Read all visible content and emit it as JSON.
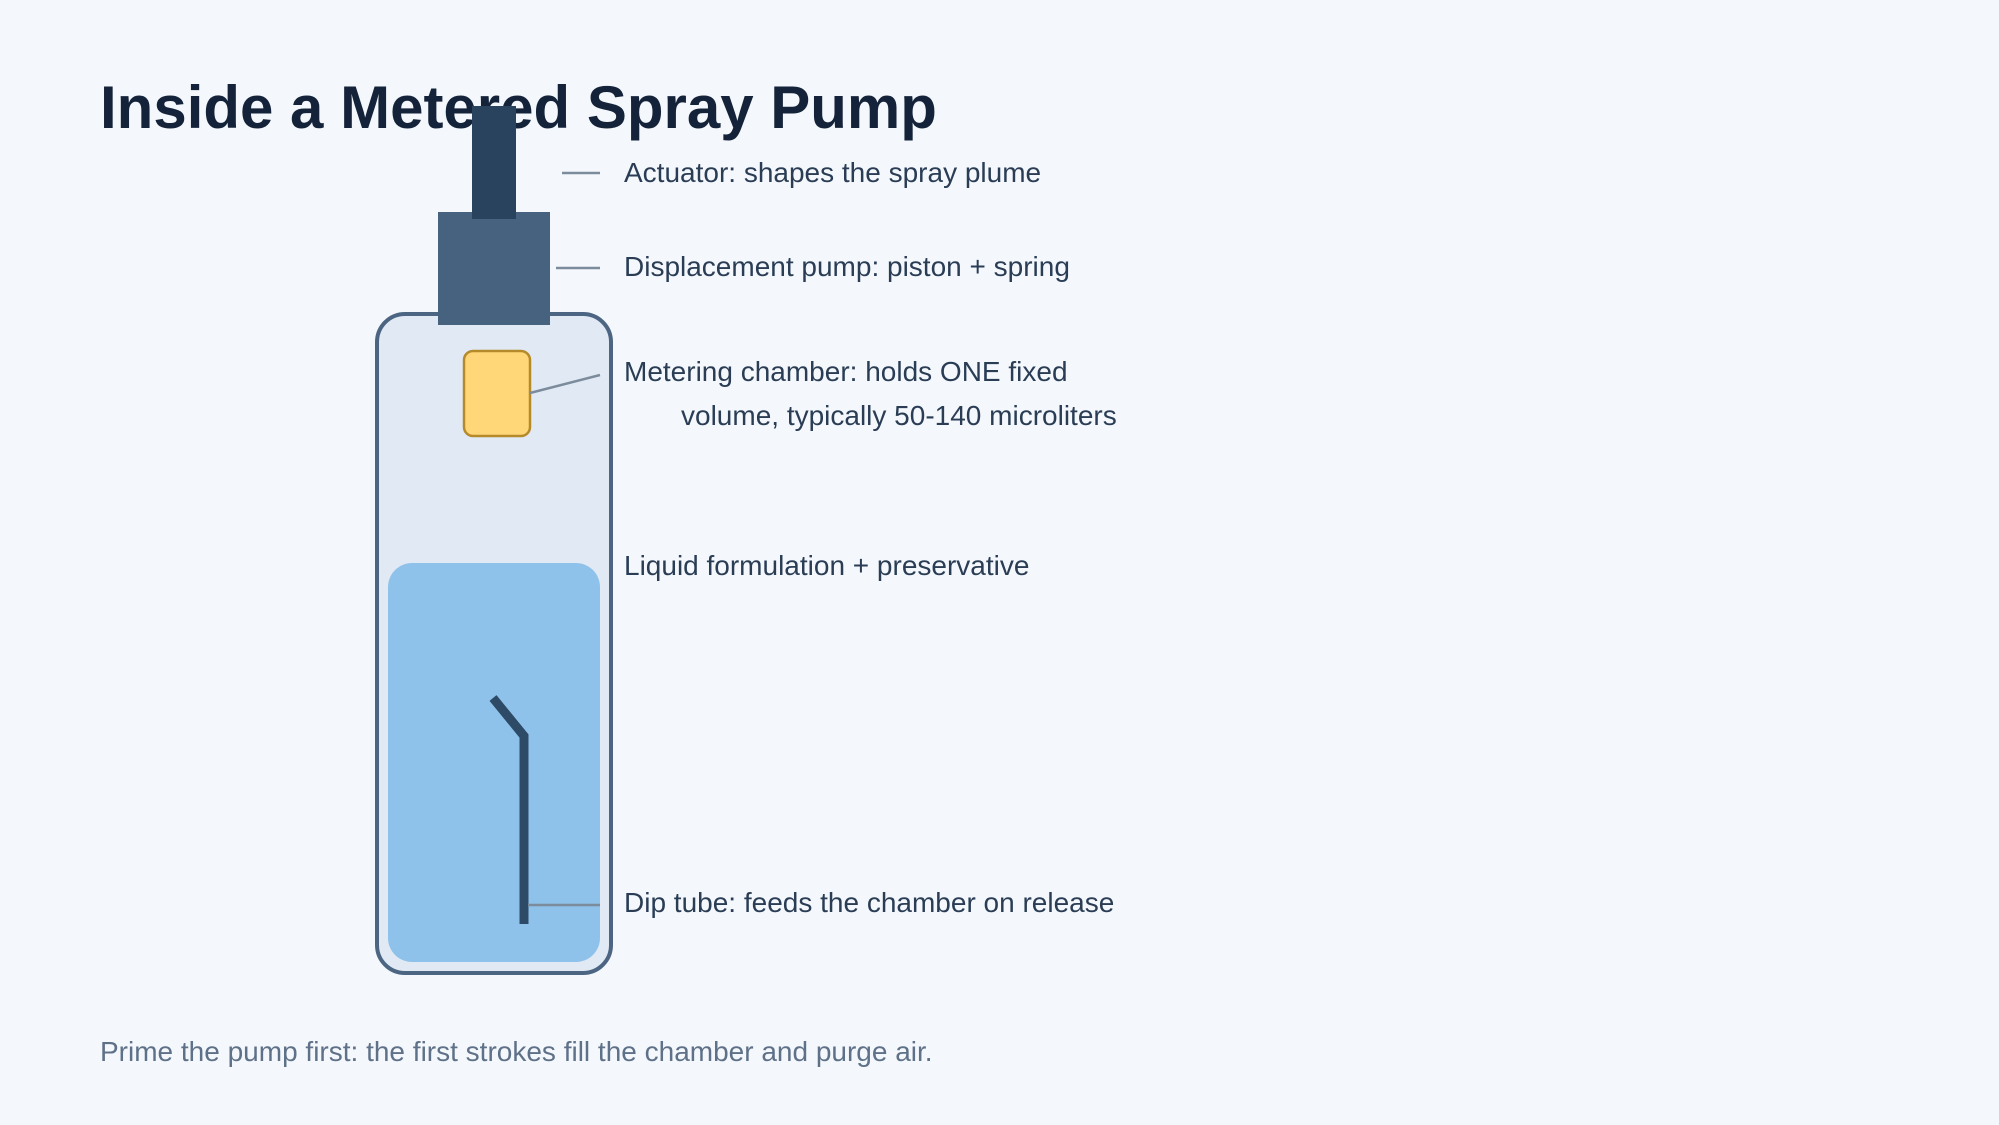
{
  "title": "Inside a Metered Spray Pump",
  "labels": {
    "actuator": "Actuator: shapes the spray plume",
    "pump": "Displacement pump: piston + spring",
    "chamber_line1": "Metering chamber: holds ONE fixed",
    "chamber_line2": "volume, typically 50-140 microliters",
    "liquid": "Liquid formulation + preservative",
    "dip_tube": "Dip tube: feeds the chamber on release"
  },
  "footer": "Prime the pump first: the first strokes fill the chamber and purge air.",
  "colors": {
    "background": "#f4f8fc",
    "title": "#14233a",
    "actuator": "#29435f",
    "pump_body": "#46627f",
    "bottle_outline": "#4c6582",
    "bottle_fill": "#e1eaf4",
    "liquid": "#8fc2ea",
    "chamber": "#ffd778",
    "chamber_outline": "#b58a2a",
    "dip_tube": "#2d4a66",
    "leader_line": "#7d8c9c"
  }
}
